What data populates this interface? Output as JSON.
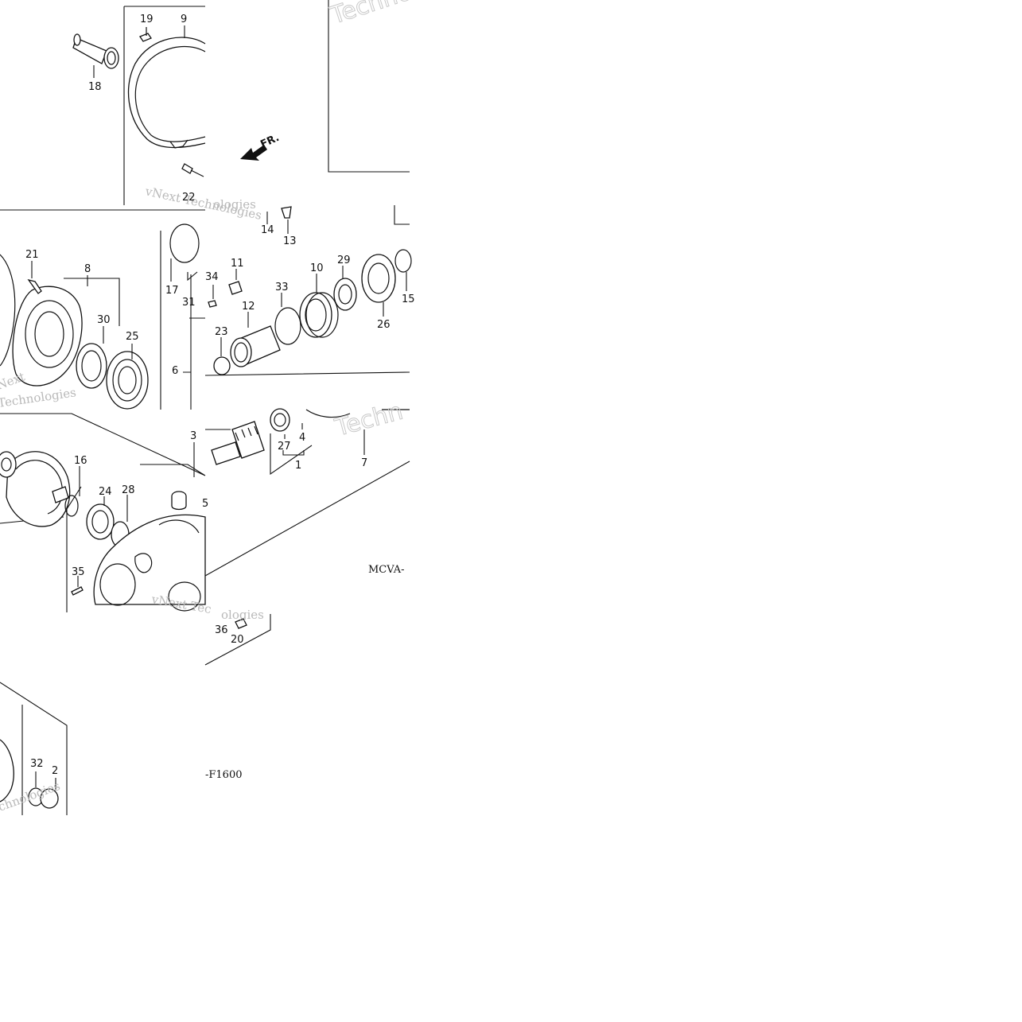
{
  "diagram": {
    "front_marker": "FR.",
    "diagram_code_left": "MCVA-",
    "diagram_code_right": "-F1600",
    "watermarks": [
      "vNext Technologies"
    ],
    "callouts": [
      "1",
      "2",
      "3",
      "4",
      "5",
      "6",
      "7",
      "8",
      "9",
      "10",
      "11",
      "12",
      "13",
      "14",
      "15",
      "16",
      "17",
      "18",
      "19",
      "20",
      "21",
      "22",
      "23",
      "24",
      "25",
      "26",
      "27",
      "28",
      "29",
      "30",
      "31",
      "32",
      "33",
      "34",
      "35",
      "36"
    ]
  }
}
